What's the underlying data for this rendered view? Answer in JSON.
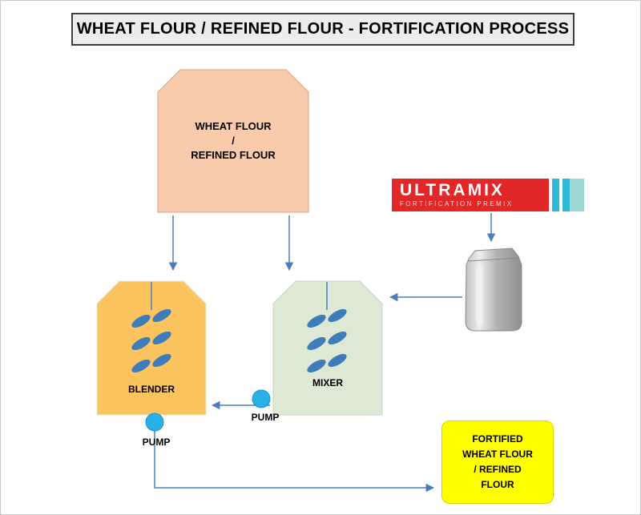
{
  "title": "WHEAT FLOUR / REFINED FLOUR - FORTIFICATION PROCESS",
  "hopper": {
    "lines": [
      "WHEAT FLOUR",
      "/",
      "REFINED FLOUR"
    ]
  },
  "premix": {
    "brand": "ULTRAMIX",
    "subtitle": "FORTIFICATION PREMIX"
  },
  "vessels": {
    "blender_label": "BLENDER",
    "mixer_label": "MIXER"
  },
  "pumps": {
    "mixer_pump_label": "PUMP",
    "blender_pump_label": "PUMP"
  },
  "output": {
    "lines": [
      "FORTIFIED",
      "WHEAT FLOUR",
      "/ REFINED",
      "FLOUR"
    ]
  },
  "colors": {
    "title_bg": "#ededed",
    "title_border": "#3f3f3f",
    "hopper_fill": "#f8cbad",
    "hopper_stroke": "#d9a384",
    "blender_fill": "#fcc45f",
    "blender_stroke": "#e8e4da",
    "mixer_fill": "#dde9d5",
    "mixer_stroke": "#c9d6c2",
    "arrow": "#4a7ebb",
    "leaf": "#3f7cba",
    "pump": "#29b0e8",
    "banner_red": "#e12727",
    "stripe_cyan": "#2fb9d8",
    "stripe_teal": "#9ed8d2",
    "output_fill": "#ffff00",
    "output_stroke": "#d6d600"
  }
}
